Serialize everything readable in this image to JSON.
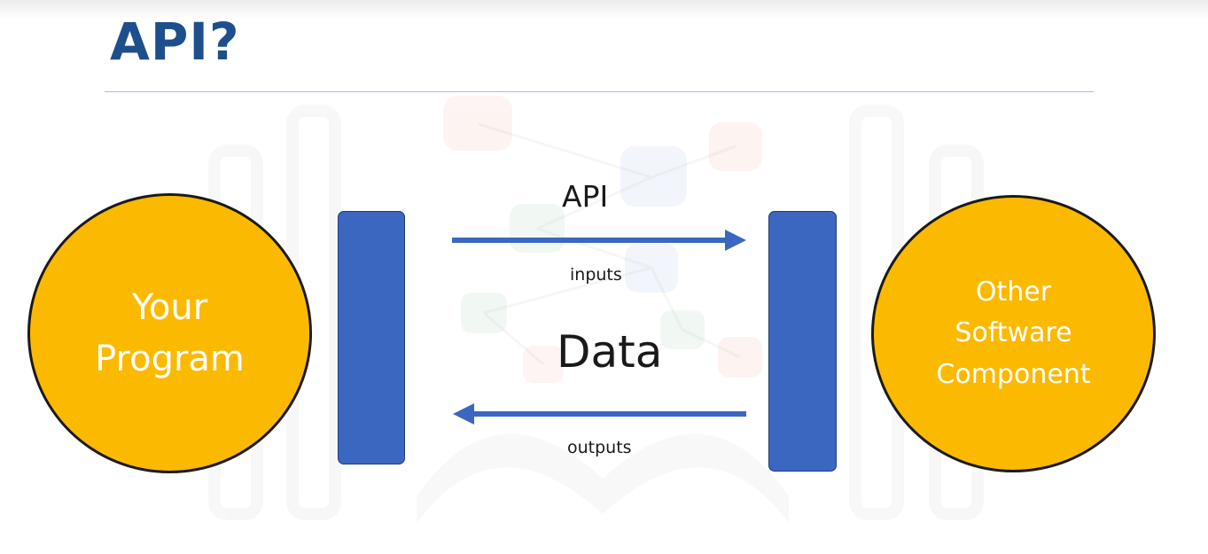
{
  "slide": {
    "title": "API?"
  },
  "diagram": {
    "left_circle": {
      "lines": [
        "Your",
        "Program"
      ]
    },
    "right_circle": {
      "lines": [
        "Other",
        "Software",
        "Component"
      ]
    },
    "api_label": "API",
    "inputs_label": "inputs",
    "data_label": "Data",
    "outputs_label": "outputs"
  },
  "colors": {
    "title": "#1d4f8c",
    "circle_fill": "#fbb900",
    "panel_fill": "#3b67c0",
    "arrow": "#3b67c0"
  }
}
